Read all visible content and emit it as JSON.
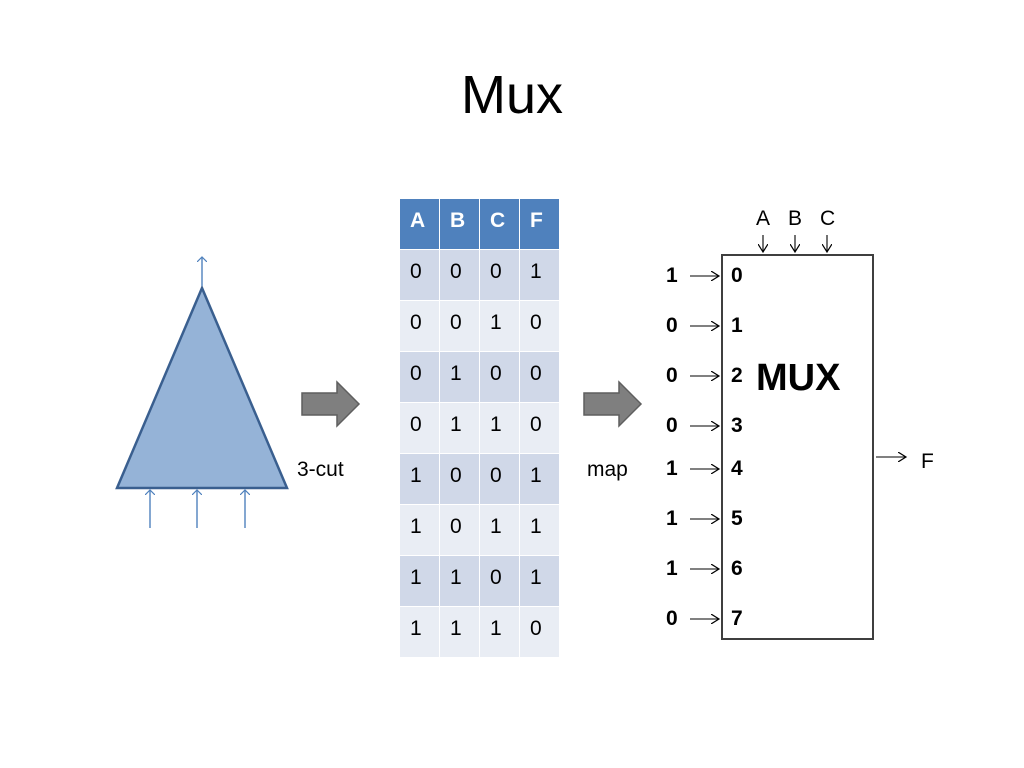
{
  "title": "Mux",
  "cut_label": "3-cut",
  "map_label": "map",
  "truth_table": {
    "headers": [
      "A",
      "B",
      "C",
      "F"
    ],
    "rows": [
      [
        "0",
        "0",
        "0",
        "1"
      ],
      [
        "0",
        "0",
        "1",
        "0"
      ],
      [
        "0",
        "1",
        "0",
        "0"
      ],
      [
        "0",
        "1",
        "1",
        "0"
      ],
      [
        "1",
        "0",
        "0",
        "1"
      ],
      [
        "1",
        "0",
        "1",
        "1"
      ],
      [
        "1",
        "1",
        "0",
        "1"
      ],
      [
        "1",
        "1",
        "1",
        "0"
      ]
    ]
  },
  "mux": {
    "label": "MUX",
    "selects": [
      "A",
      "B",
      "C"
    ],
    "output": "F",
    "inputs": [
      {
        "value": "1",
        "index": "0"
      },
      {
        "value": "0",
        "index": "1"
      },
      {
        "value": "0",
        "index": "2"
      },
      {
        "value": "0",
        "index": "3"
      },
      {
        "value": "1",
        "index": "4"
      },
      {
        "value": "1",
        "index": "5"
      },
      {
        "value": "1",
        "index": "6"
      },
      {
        "value": "0",
        "index": "7"
      }
    ]
  },
  "colors": {
    "triangle_fill": "#95b3d7",
    "triangle_stroke": "#3a5f8f",
    "header_fill": "#4f81bd",
    "row_odd": "#d0d8e8",
    "row_even": "#e9edf4",
    "arrow_fill": "#7f7f7f"
  }
}
